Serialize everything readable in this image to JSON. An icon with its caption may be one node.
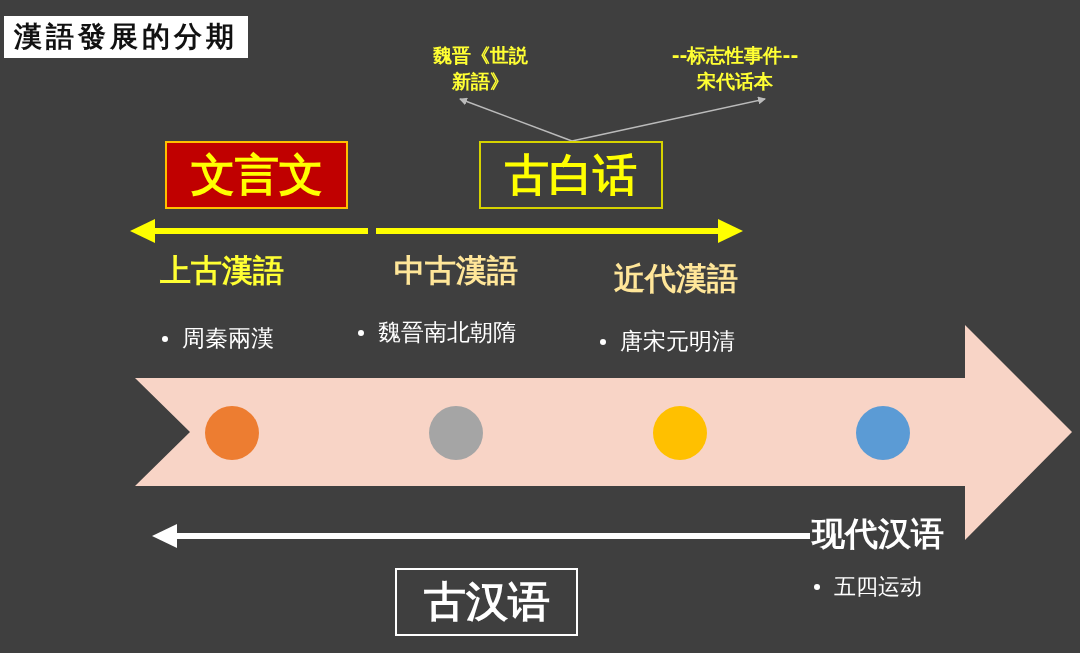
{
  "diagram": {
    "title": "漢語發展的分期",
    "nodes": [
      {
        "text": [
          "文言文"
        ]
      },
      {
        "text": [
          "古白话"
        ]
      },
      {
        "text": [
          "魏晋《世説新語》"
        ]
      },
      {
        "text": [
          "--标志性事件--",
          "宋代话本"
        ]
      },
      {
        "text": [],
        "shape": "circle"
      },
      {
        "text": [],
        "shape": "circle"
      },
      {
        "text": [],
        "shape": "circle"
      },
      {
        "text": [],
        "shape": "circle"
      },
      {
        "text": [
          "古汉语"
        ]
      }
    ],
    "edges": [
      {
        "from": 1,
        "to": 2,
        "arrow": "to"
      },
      {
        "from": 1,
        "to": 3,
        "arrow": "to"
      }
    ],
    "labels": [
      "上古漢語",
      "中古漢語",
      "近代漢語",
      "周秦兩漢",
      "魏晉南北朝隋",
      "唐宋元明清",
      "现代汉语",
      "五四运动"
    ]
  }
}
